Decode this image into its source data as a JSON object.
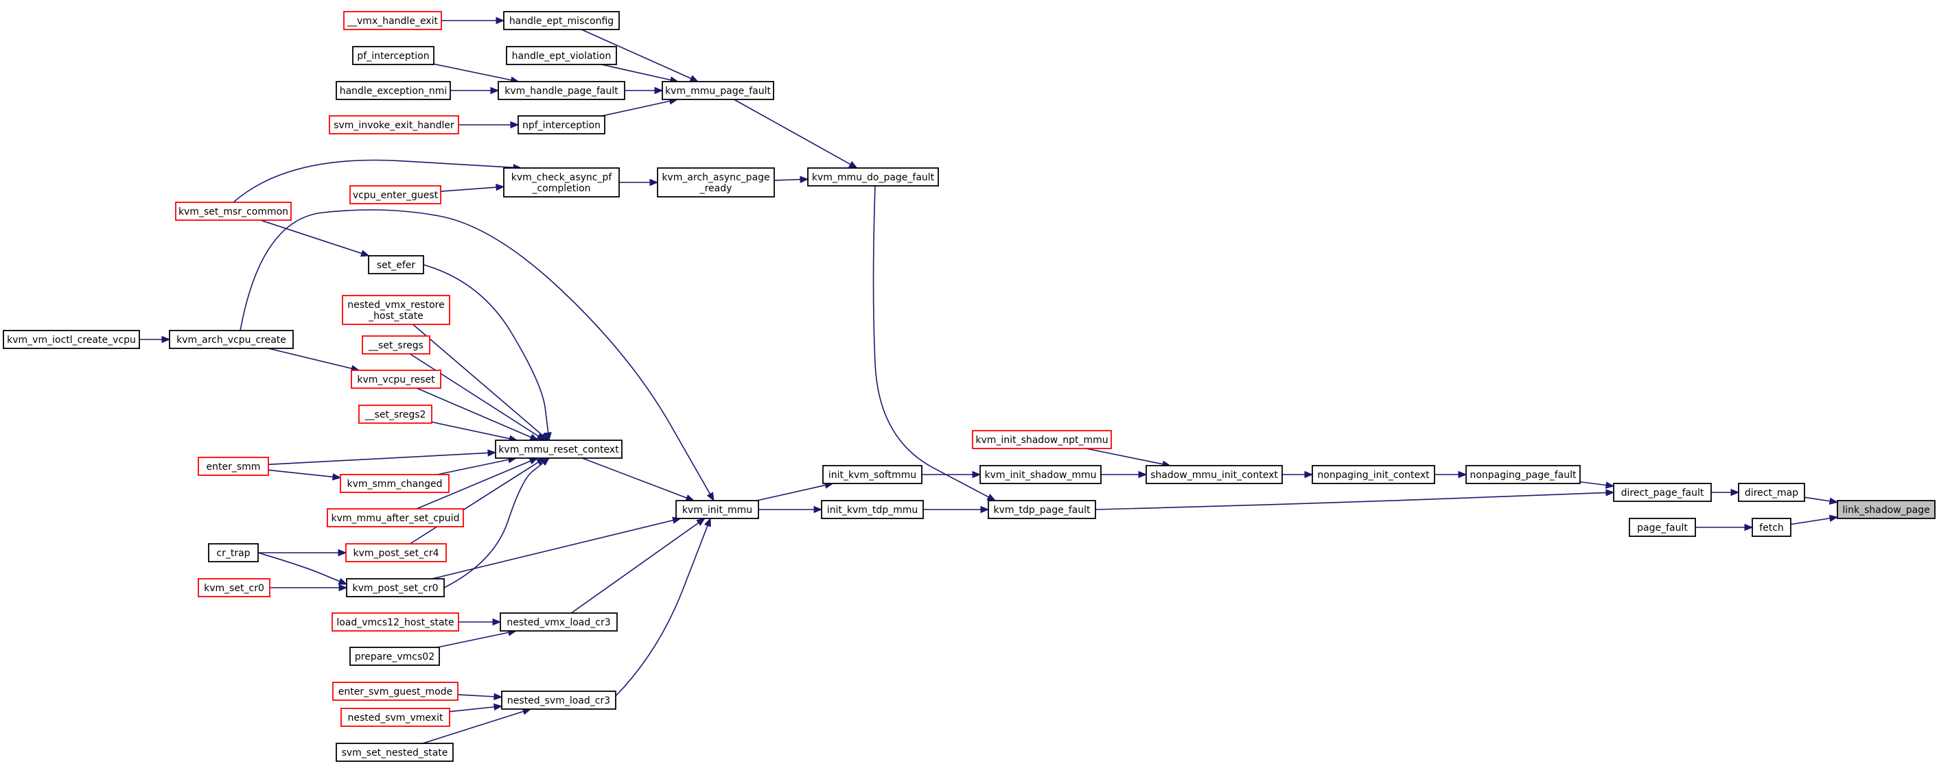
{
  "graph": {
    "root": "link_shadow_page",
    "nodes": [
      {
        "id": "vmx_handle_exit",
        "label": [
          "__vmx_handle_exit"
        ],
        "truncated": true
      },
      {
        "id": "handle_ept_misconfig",
        "label": [
          "handle_ept_misconfig"
        ],
        "truncated": false
      },
      {
        "id": "pf_interception",
        "label": [
          "pf_interception"
        ],
        "truncated": false
      },
      {
        "id": "handle_ept_violation",
        "label": [
          "handle_ept_violation"
        ],
        "truncated": false
      },
      {
        "id": "handle_exception_nmi",
        "label": [
          "handle_exception_nmi"
        ],
        "truncated": false
      },
      {
        "id": "kvm_handle_page_fault",
        "label": [
          "kvm_handle_page_fault"
        ],
        "truncated": false
      },
      {
        "id": "kvm_mmu_page_fault",
        "label": [
          "kvm_mmu_page_fault"
        ],
        "truncated": false
      },
      {
        "id": "svm_invoke_exit_handler",
        "label": [
          "svm_invoke_exit_handler"
        ],
        "truncated": true
      },
      {
        "id": "npf_interception",
        "label": [
          "npf_interception"
        ],
        "truncated": false
      },
      {
        "id": "kvm_check_async_pf_completion",
        "label": [
          "kvm_check_async_pf",
          "_completion"
        ],
        "truncated": false
      },
      {
        "id": "kvm_arch_async_page_ready",
        "label": [
          "kvm_arch_async_page",
          "_ready"
        ],
        "truncated": false
      },
      {
        "id": "kvm_mmu_do_page_fault",
        "label": [
          "kvm_mmu_do_page_fault"
        ],
        "truncated": false
      },
      {
        "id": "vcpu_enter_guest",
        "label": [
          "vcpu_enter_guest"
        ],
        "truncated": true
      },
      {
        "id": "kvm_set_msr_common",
        "label": [
          "kvm_set_msr_common"
        ],
        "truncated": true
      },
      {
        "id": "set_efer",
        "label": [
          "set_efer"
        ],
        "truncated": false
      },
      {
        "id": "nested_vmx_restore_host_state",
        "label": [
          "nested_vmx_restore",
          "_host_state"
        ],
        "truncated": true
      },
      {
        "id": "kvm_vm_ioctl_create_vcpu",
        "label": [
          "kvm_vm_ioctl_create_vcpu"
        ],
        "truncated": false
      },
      {
        "id": "kvm_arch_vcpu_create",
        "label": [
          "kvm_arch_vcpu_create"
        ],
        "truncated": false
      },
      {
        "id": "set_sregs",
        "label": [
          "__set_sregs"
        ],
        "truncated": true
      },
      {
        "id": "kvm_vcpu_reset",
        "label": [
          "kvm_vcpu_reset"
        ],
        "truncated": true
      },
      {
        "id": "set_sregs2",
        "label": [
          "__set_sregs2"
        ],
        "truncated": true
      },
      {
        "id": "kvm_mmu_reset_context",
        "label": [
          "kvm_mmu_reset_context"
        ],
        "truncated": false
      },
      {
        "id": "enter_smm",
        "label": [
          "enter_smm"
        ],
        "truncated": true
      },
      {
        "id": "kvm_smm_changed",
        "label": [
          "kvm_smm_changed"
        ],
        "truncated": true
      },
      {
        "id": "kvm_mmu_after_set_cpuid",
        "label": [
          "kvm_mmu_after_set_cpuid"
        ],
        "truncated": true
      },
      {
        "id": "cr_trap",
        "label": [
          "cr_trap"
        ],
        "truncated": false
      },
      {
        "id": "kvm_post_set_cr4",
        "label": [
          "kvm_post_set_cr4"
        ],
        "truncated": true
      },
      {
        "id": "kvm_set_cr0",
        "label": [
          "kvm_set_cr0"
        ],
        "truncated": true
      },
      {
        "id": "kvm_post_set_cr0",
        "label": [
          "kvm_post_set_cr0"
        ],
        "truncated": false
      },
      {
        "id": "load_vmcs12_host_state",
        "label": [
          "load_vmcs12_host_state"
        ],
        "truncated": true
      },
      {
        "id": "nested_vmx_load_cr3",
        "label": [
          "nested_vmx_load_cr3"
        ],
        "truncated": false
      },
      {
        "id": "prepare_vmcs02",
        "label": [
          "prepare_vmcs02"
        ],
        "truncated": false
      },
      {
        "id": "enter_svm_guest_mode",
        "label": [
          "enter_svm_guest_mode"
        ],
        "truncated": true
      },
      {
        "id": "nested_svm_load_cr3",
        "label": [
          "nested_svm_load_cr3"
        ],
        "truncated": false
      },
      {
        "id": "nested_svm_vmexit",
        "label": [
          "nested_svm_vmexit"
        ],
        "truncated": true
      },
      {
        "id": "svm_set_nested_state",
        "label": [
          "svm_set_nested_state"
        ],
        "truncated": false
      },
      {
        "id": "kvm_init_mmu",
        "label": [
          "kvm_init_mmu"
        ],
        "truncated": false
      },
      {
        "id": "init_kvm_softmmu",
        "label": [
          "init_kvm_softmmu"
        ],
        "truncated": false
      },
      {
        "id": "init_kvm_tdp_mmu",
        "label": [
          "init_kvm_tdp_mmu"
        ],
        "truncated": false
      },
      {
        "id": "kvm_init_shadow_npt_mmu",
        "label": [
          "kvm_init_shadow_npt_mmu"
        ],
        "truncated": true
      },
      {
        "id": "kvm_init_shadow_mmu",
        "label": [
          "kvm_init_shadow_mmu"
        ],
        "truncated": false
      },
      {
        "id": "kvm_tdp_page_fault",
        "label": [
          "kvm_tdp_page_fault"
        ],
        "truncated": false
      },
      {
        "id": "shadow_mmu_init_context",
        "label": [
          "shadow_mmu_init_context"
        ],
        "truncated": false
      },
      {
        "id": "nonpaging_init_context",
        "label": [
          "nonpaging_init_context"
        ],
        "truncated": false
      },
      {
        "id": "nonpaging_page_fault",
        "label": [
          "nonpaging_page_fault"
        ],
        "truncated": false
      },
      {
        "id": "direct_page_fault",
        "label": [
          "direct_page_fault"
        ],
        "truncated": false
      },
      {
        "id": "direct_map",
        "label": [
          "direct_map"
        ],
        "truncated": false
      },
      {
        "id": "page_fault",
        "label": [
          "page_fault"
        ],
        "truncated": false
      },
      {
        "id": "fetch",
        "label": [
          "fetch"
        ],
        "truncated": false
      },
      {
        "id": "link_shadow_page",
        "label": [
          "link_shadow_page"
        ],
        "truncated": false,
        "root": true
      }
    ],
    "edges": [
      {
        "from": "vmx_handle_exit",
        "to": "handle_ept_misconfig"
      },
      {
        "from": "handle_ept_misconfig",
        "to": "kvm_mmu_page_fault"
      },
      {
        "from": "pf_interception",
        "to": "kvm_handle_page_fault"
      },
      {
        "from": "handle_ept_violation",
        "to": "kvm_mmu_page_fault"
      },
      {
        "from": "handle_exception_nmi",
        "to": "kvm_handle_page_fault"
      },
      {
        "from": "kvm_handle_page_fault",
        "to": "kvm_mmu_page_fault"
      },
      {
        "from": "svm_invoke_exit_handler",
        "to": "npf_interception"
      },
      {
        "from": "npf_interception",
        "to": "kvm_mmu_page_fault"
      },
      {
        "from": "kvm_mmu_page_fault",
        "to": "kvm_mmu_do_page_fault"
      },
      {
        "from": "kvm_set_msr_common",
        "to": "kvm_check_async_pf_completion"
      },
      {
        "from": "vcpu_enter_guest",
        "to": "kvm_check_async_pf_completion"
      },
      {
        "from": "kvm_check_async_pf_completion",
        "to": "kvm_arch_async_page_ready"
      },
      {
        "from": "kvm_arch_async_page_ready",
        "to": "kvm_mmu_do_page_fault"
      },
      {
        "from": "kvm_mmu_do_page_fault",
        "to": "kvm_tdp_page_fault"
      },
      {
        "from": "kvm_set_msr_common",
        "to": "set_efer"
      },
      {
        "from": "set_efer",
        "to": "kvm_mmu_reset_context"
      },
      {
        "from": "nested_vmx_restore_host_state",
        "to": "kvm_mmu_reset_context"
      },
      {
        "from": "kvm_vm_ioctl_create_vcpu",
        "to": "kvm_arch_vcpu_create"
      },
      {
        "from": "kvm_arch_vcpu_create",
        "to": "kvm_init_mmu"
      },
      {
        "from": "kvm_arch_vcpu_create",
        "to": "kvm_vcpu_reset"
      },
      {
        "from": "set_sregs",
        "to": "kvm_mmu_reset_context"
      },
      {
        "from": "kvm_vcpu_reset",
        "to": "kvm_mmu_reset_context"
      },
      {
        "from": "set_sregs2",
        "to": "kvm_mmu_reset_context"
      },
      {
        "from": "enter_smm",
        "to": "kvm_mmu_reset_context"
      },
      {
        "from": "enter_smm",
        "to": "kvm_smm_changed"
      },
      {
        "from": "kvm_smm_changed",
        "to": "kvm_mmu_reset_context"
      },
      {
        "from": "kvm_mmu_after_set_cpuid",
        "to": "kvm_mmu_reset_context"
      },
      {
        "from": "kvm_post_set_cr4",
        "to": "kvm_mmu_reset_context"
      },
      {
        "from": "kvm_post_set_cr0",
        "to": "kvm_mmu_reset_context"
      },
      {
        "from": "kvm_mmu_reset_context",
        "to": "kvm_init_mmu"
      },
      {
        "from": "cr_trap",
        "to": "kvm_post_set_cr4"
      },
      {
        "from": "cr_trap",
        "to": "kvm_post_set_cr0"
      },
      {
        "from": "kvm_set_cr0",
        "to": "kvm_post_set_cr0"
      },
      {
        "from": "kvm_post_set_cr0",
        "to": "kvm_init_mmu"
      },
      {
        "from": "load_vmcs12_host_state",
        "to": "nested_vmx_load_cr3"
      },
      {
        "from": "prepare_vmcs02",
        "to": "nested_vmx_load_cr3"
      },
      {
        "from": "nested_vmx_load_cr3",
        "to": "kvm_init_mmu"
      },
      {
        "from": "enter_svm_guest_mode",
        "to": "nested_svm_load_cr3"
      },
      {
        "from": "nested_svm_vmexit",
        "to": "nested_svm_load_cr3"
      },
      {
        "from": "svm_set_nested_state",
        "to": "nested_svm_load_cr3"
      },
      {
        "from": "nested_svm_load_cr3",
        "to": "kvm_init_mmu"
      },
      {
        "from": "kvm_init_mmu",
        "to": "init_kvm_softmmu"
      },
      {
        "from": "kvm_init_mmu",
        "to": "init_kvm_tdp_mmu"
      },
      {
        "from": "init_kvm_softmmu",
        "to": "kvm_init_shadow_mmu"
      },
      {
        "from": "init_kvm_tdp_mmu",
        "to": "kvm_tdp_page_fault"
      },
      {
        "from": "kvm_init_shadow_npt_mmu",
        "to": "shadow_mmu_init_context"
      },
      {
        "from": "kvm_init_shadow_mmu",
        "to": "shadow_mmu_init_context"
      },
      {
        "from": "shadow_mmu_init_context",
        "to": "nonpaging_init_context"
      },
      {
        "from": "nonpaging_init_context",
        "to": "nonpaging_page_fault"
      },
      {
        "from": "nonpaging_page_fault",
        "to": "direct_page_fault"
      },
      {
        "from": "kvm_tdp_page_fault",
        "to": "direct_page_fault"
      },
      {
        "from": "direct_page_fault",
        "to": "direct_map"
      },
      {
        "from": "direct_map",
        "to": "link_shadow_page"
      },
      {
        "from": "page_fault",
        "to": "fetch"
      },
      {
        "from": "fetch",
        "to": "link_shadow_page"
      }
    ]
  }
}
